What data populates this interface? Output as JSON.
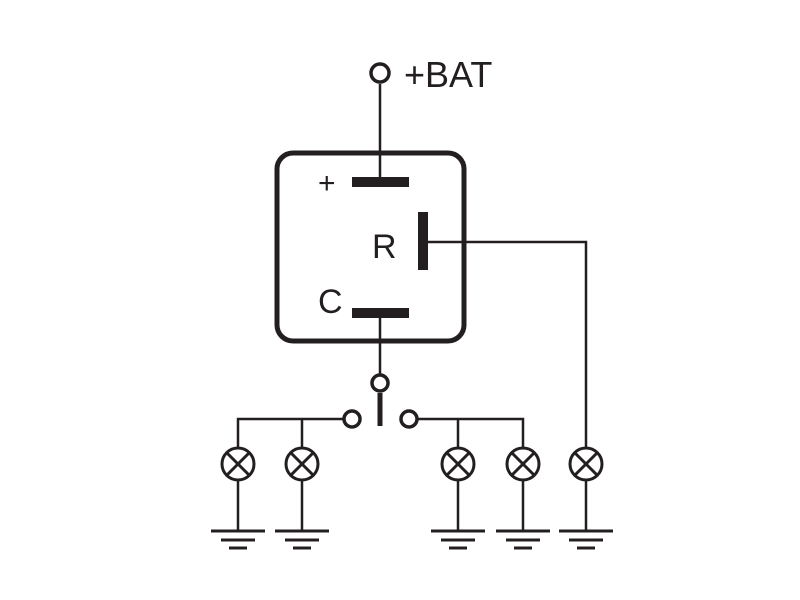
{
  "labels": {
    "battery": "+BAT",
    "plus": "+",
    "r": "R",
    "c": "C"
  },
  "colors": {
    "line": "#231f20",
    "background": "#ffffff"
  },
  "components": {
    "relay": "flasher-relay",
    "switch": "turn-signal-switch",
    "lamp_count": 5,
    "ground_count": 5
  }
}
